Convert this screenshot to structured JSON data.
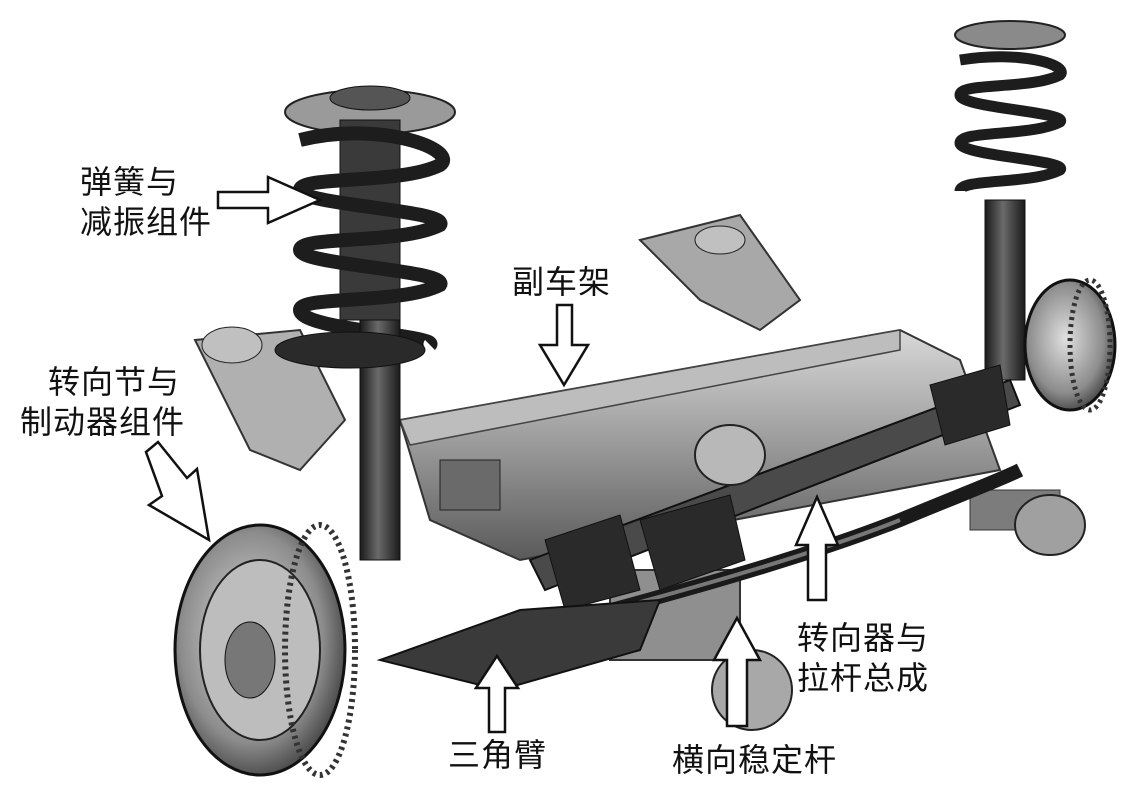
{
  "labels": {
    "spring_damper": {
      "line1": "弹簧与",
      "line2": "减振组件"
    },
    "subframe": {
      "line1": "副车架"
    },
    "knuckle_brake": {
      "line1": "转向节与",
      "line2": "制动器组件"
    },
    "steering_gear": {
      "line1": "转向器与",
      "line2": "拉杆总成"
    },
    "control_arm": {
      "line1": "三角臂"
    },
    "stabilizer_bar": {
      "line1": "横向稳定杆"
    }
  },
  "colors": {
    "background": "#ffffff",
    "metal_dark": "#2a2a2a",
    "metal_mid": "#7a7a7a",
    "metal_light": "#c8c8c8",
    "arrow_fill": "#ffffff",
    "arrow_stroke": "#111111"
  }
}
